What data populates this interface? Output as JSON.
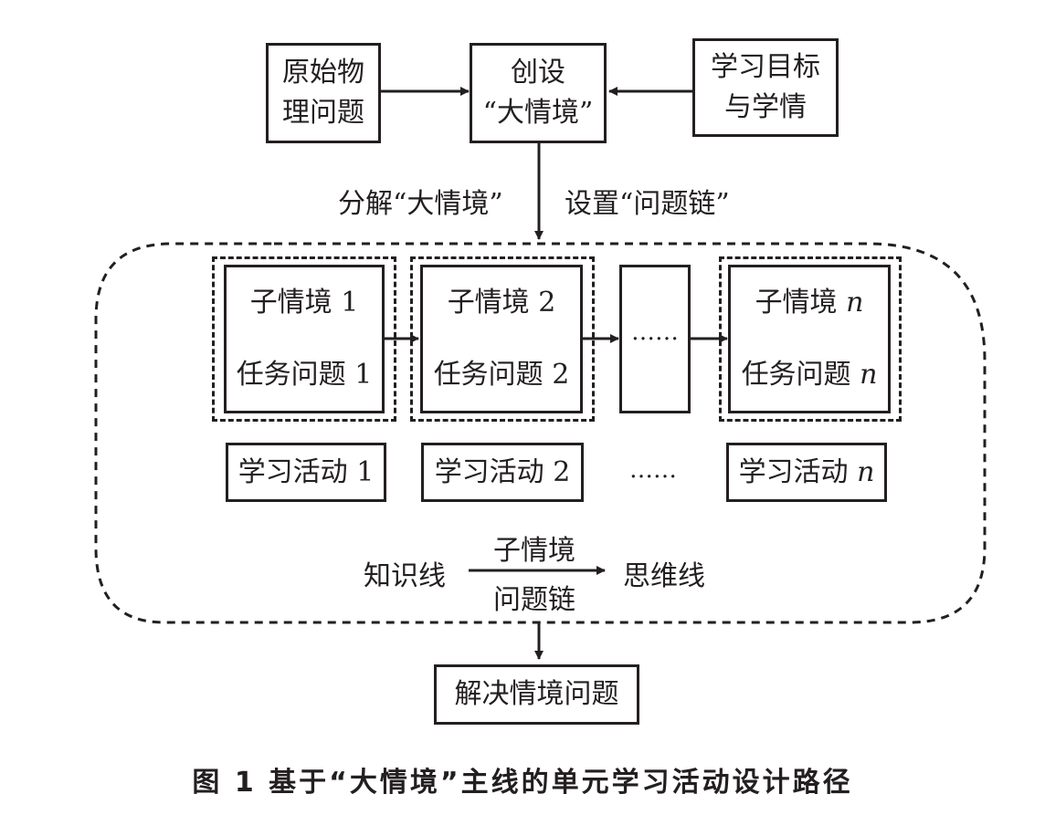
{
  "boxes": {
    "original_problem": [
      "原始物",
      "理问题"
    ],
    "create_context": [
      "创设",
      "“大情境”"
    ],
    "goals": [
      "学习目标",
      "与学情"
    ],
    "dots_box": "……",
    "solve": "解决情境问题"
  },
  "labels": {
    "decompose": "分解“大情境”",
    "set_chain": "设置“问题链”",
    "knowledge_line": "知识线",
    "sub_context": "子情境",
    "question_chain": "问题链",
    "thinking_line": "思维线",
    "dots_row": "……"
  },
  "subcontexts": [
    {
      "context": "子情境 1",
      "task": "任务问题 1",
      "activity": "学习活动 1"
    },
    {
      "context": "子情境 2",
      "task": "任务问题 2",
      "activity": "学习活动 2"
    },
    {
      "context": "子情境 ",
      "context_n": "n",
      "task": "任务问题 ",
      "task_n": "n",
      "activity": "学习活动 ",
      "activity_n": "n"
    }
  ],
  "caption": "图 1   基于“大情境”主线的单元学习活动设计路径"
}
